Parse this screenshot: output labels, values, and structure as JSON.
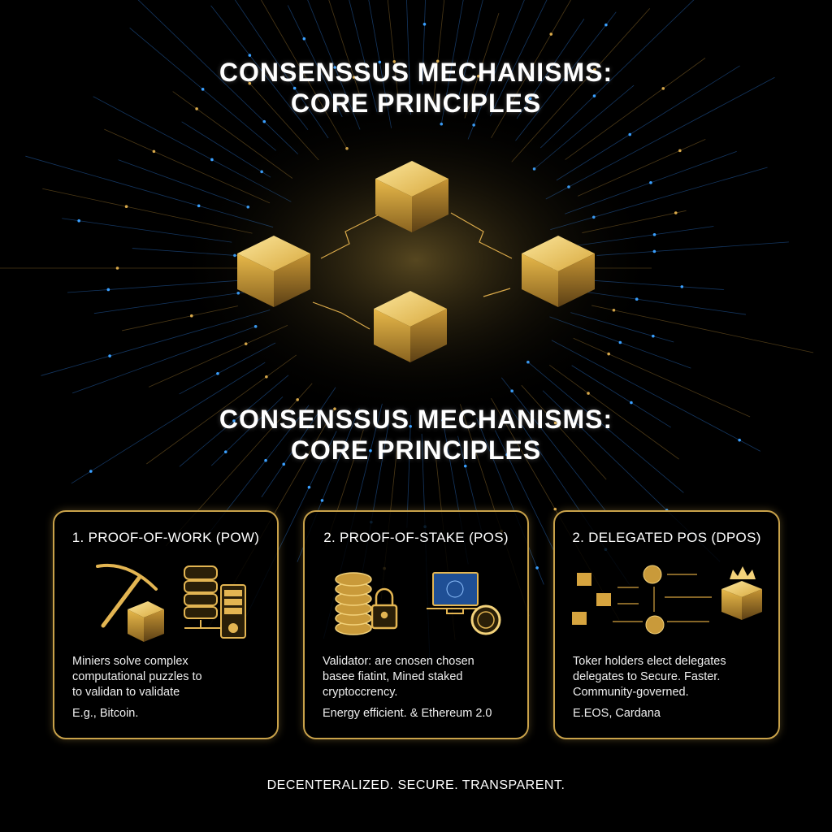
{
  "title_top": {
    "line1": "CONSENSSUS MECHANISMS:",
    "line2": "CORE PRINCIPLES"
  },
  "title_mid": {
    "line1": "CONSENSSUS MECHANISMS:",
    "line2": "CORE PRINCIPLES"
  },
  "cards": [
    {
      "heading": "1. PROOF-OF-WORK (POW)",
      "desc": [
        "Miniers solve complex",
        "computational puzzles to",
        "to validan to validate"
      ],
      "example": "E.g., Bitcoin.",
      "icons": [
        "pickaxe-icon",
        "server-icon"
      ]
    },
    {
      "heading": "2. PROOF-OF-STAKE (POS)",
      "desc": [
        "Validator: are cnosen chosen",
        "basee fiatint, Mined staked",
        "cryptoccrency."
      ],
      "example": "Energy efficient. & Ethereum 2.0",
      "icons": [
        "coin-stack-icon",
        "lock-icon",
        "monitor-icon"
      ]
    },
    {
      "heading": "2. DELEGATED POS (DPOS)",
      "desc": [
        "Toker holders elect delegates",
        "delegates to Secure. Faster.",
        "Community-governed."
      ],
      "example": "E.EOS, Cardana",
      "icons": [
        "delegate-network-icon",
        "crown-cube-icon"
      ]
    }
  ],
  "footer": "DECENTERALIZED. SECURE. TRANSPARENT.",
  "colors": {
    "gold": "#c9a24a",
    "accent_blue": "#3aa0ff",
    "background": "#000000"
  }
}
